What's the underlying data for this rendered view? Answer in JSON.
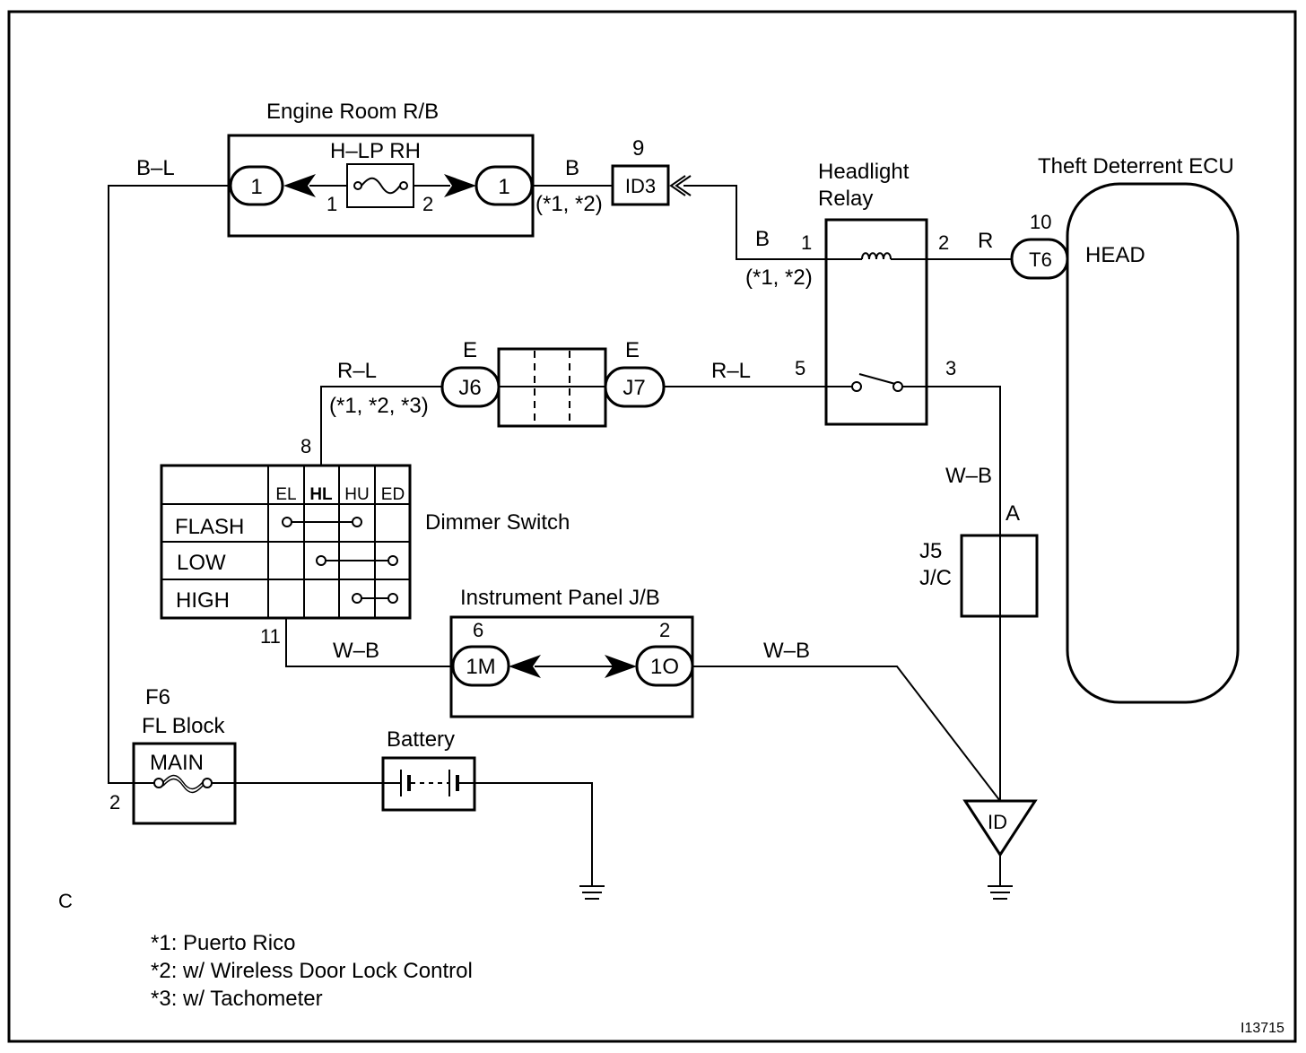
{
  "components": {
    "engine_room_rb": {
      "title": "Engine Room R/B",
      "fuse": "H–LP RH",
      "conn_left": "1",
      "conn_right": "1",
      "pin_left": "1",
      "pin_right": "2"
    },
    "id3": {
      "label": "ID3",
      "pin": "9",
      "note": "(*1, *2)"
    },
    "headlight_relay": {
      "title_line1": "Headlight",
      "title_line2": "Relay",
      "pin1": "1",
      "pin2": "2",
      "pin3": "3",
      "pin5": "5",
      "note": "(*1, *2)"
    },
    "theft_ecu": {
      "title": "Theft Deterrent ECU",
      "terminal": "HEAD",
      "connector": "T6",
      "pin": "10"
    },
    "junctions": {
      "j6": "J6",
      "j7": "J7",
      "j6_tag": "E",
      "j7_tag": "E",
      "j6_note": "(*1, *2, *3)"
    },
    "dimmer_switch": {
      "title": "Dimmer Switch",
      "columns": [
        "EL",
        "HL",
        "HU",
        "ED"
      ],
      "rows": [
        "FLASH",
        "LOW",
        "HIGH"
      ],
      "pin_top": "8",
      "pin_bottom": "11"
    },
    "instrument_panel_jb": {
      "title": "Instrument Panel J/B",
      "conn_left": "1M",
      "conn_right": "1O",
      "pin_left": "6",
      "pin_right": "2"
    },
    "j5_jc": {
      "line1": "J5",
      "line2": "J/C",
      "pin": "A"
    },
    "fl_block": {
      "code": "F6",
      "title": "FL Block",
      "fuse": "MAIN",
      "pin": "2"
    },
    "battery": {
      "title": "Battery"
    },
    "ground_id": {
      "label": "ID"
    }
  },
  "wires": {
    "bl": "B–L",
    "b_top": "B",
    "b_relay": "B",
    "r": "R",
    "rl_left": "R–L",
    "rl_right": "R–L",
    "wb_relay": "W–B",
    "wb_dimmer": "W–B",
    "wb_jb": "W–B"
  },
  "section_label": "C",
  "notes": [
    "*1: Puerto Rico",
    "*2: w/ Wireless Door Lock Control",
    "*3: w/ Tachometer"
  ],
  "figure_id": "I13715"
}
